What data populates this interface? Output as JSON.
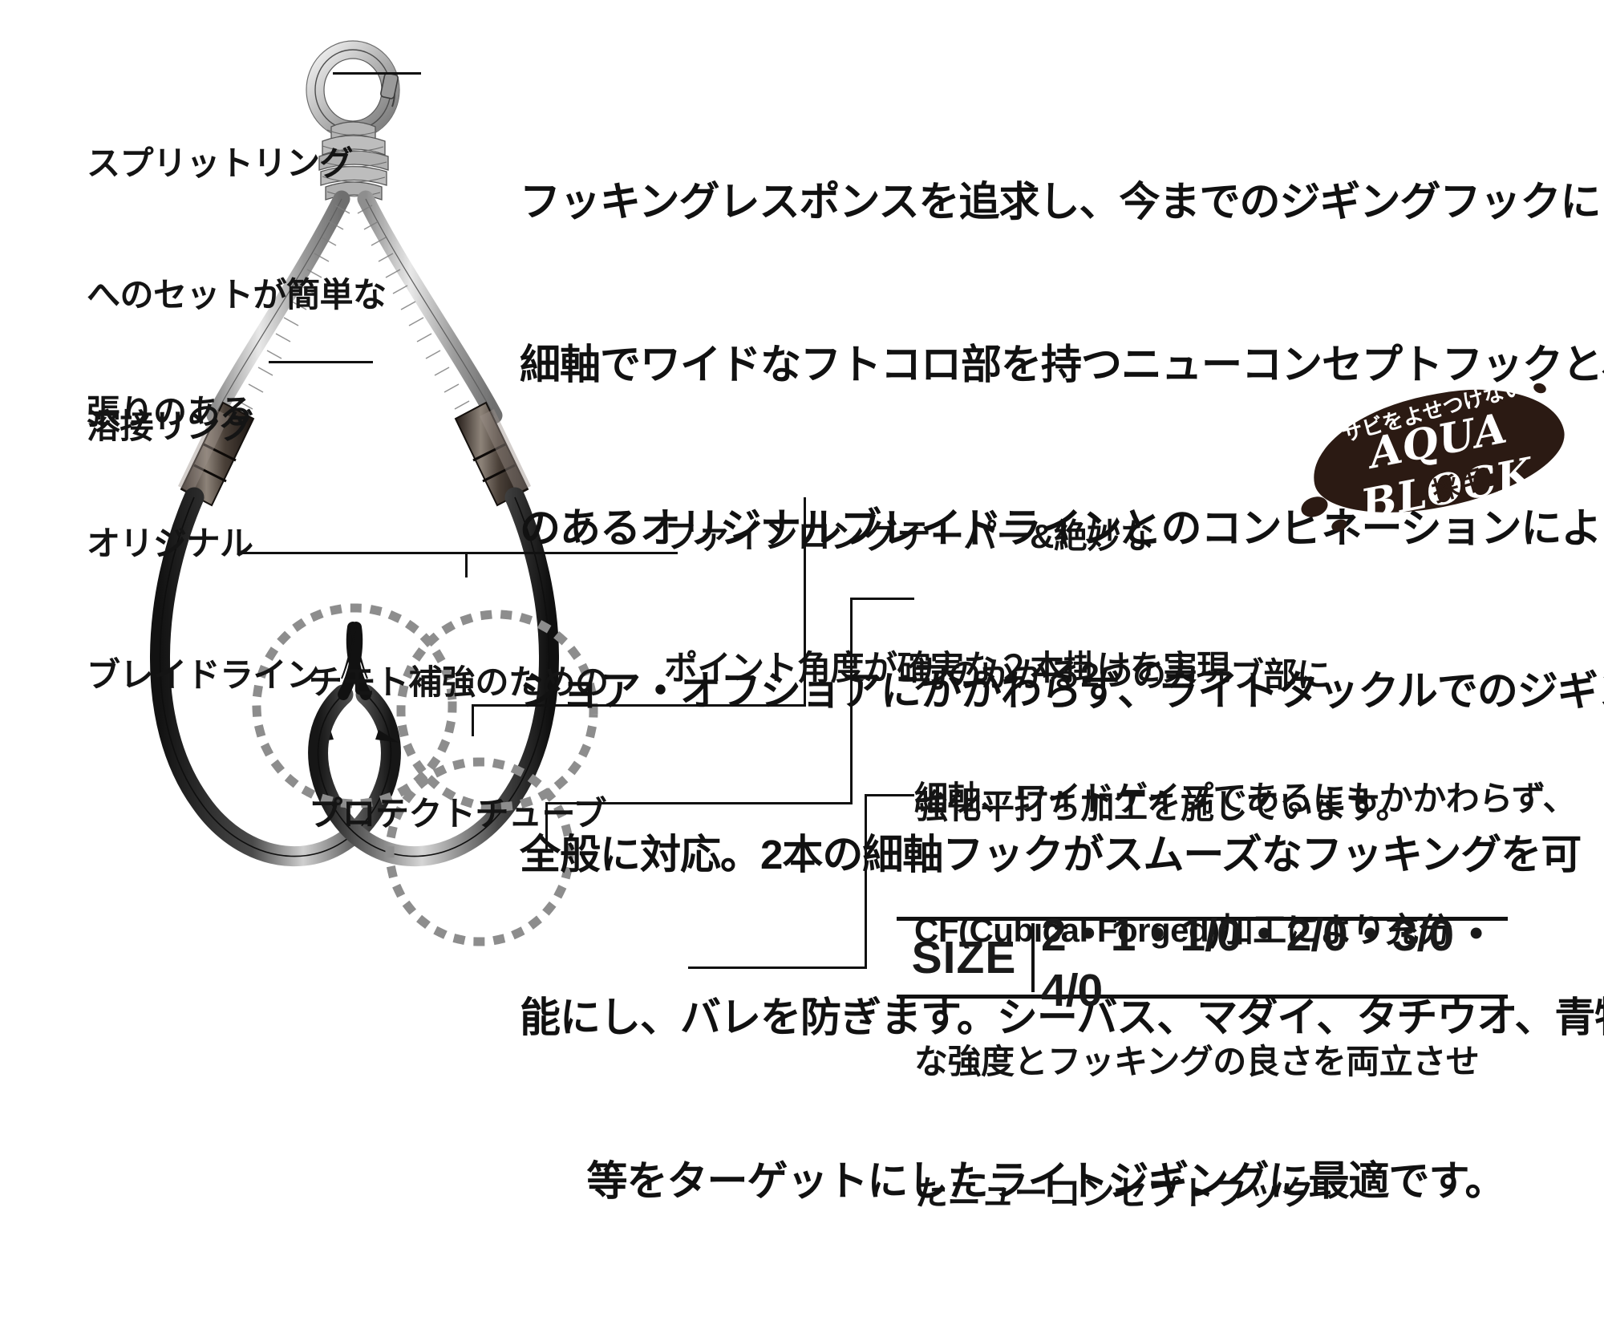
{
  "document": {
    "kind": "product-feature-diagram",
    "product_subject": "light jigging assist hook with braided line"
  },
  "body_paragraph": {
    "lines": [
      "フッキングレスポンスを追求し、今までのジギングフックにはない",
      "細軸でワイドなフトコロ部を持つニューコンセプトフックと、弾性",
      "のあるオリジナルブレイドラインとのコンビネーションにより、",
      "ショア・オフショアにかかわらず、ライトタックルでのジギング",
      "全般に対応。2本の細軸フックがスムーズなフッキングを可",
      "能にし、バレを防ぎます。シーバス、マダイ、タチウオ、青物",
      "等をターゲットにしたライトジギングに最適です。"
    ]
  },
  "callouts": {
    "split_ring": {
      "name": "split-ring-callout",
      "lines": [
        "スプリットリング",
        "へのセットが簡単な",
        "溶接リング"
      ]
    },
    "braid_line": {
      "name": "braid-line-callout",
      "lines": [
        "張りのある",
        "オリジナル",
        "ブレイドライン"
      ]
    },
    "protect_tube": {
      "name": "protect-tube-callout",
      "lines": [
        "チモト補強のための",
        "プロテクトチューブ"
      ]
    },
    "fine_long_taper": {
      "name": "fine-long-taper-callout",
      "lines": [
        "ファインロングテーパー&絶妙な",
        "ポイント角度が確実な２本掛けを実現"
      ]
    },
    "curve_reinforce": {
      "name": "curve-reinforcement-callout",
      "lines": [
        "力のかかる2つのカーブ部に",
        "強化平打ち加工を施しています。"
      ]
    },
    "cubical_forged": {
      "name": "cubical-forged-callout",
      "lines": [
        "細軸、ワイドゲイプであるにもかかわらず、",
        "CF(Cubical Forged)加工により充分",
        "な強度とフッキングの良さを両立させ",
        "たニューコンセプトフック"
      ]
    }
  },
  "badge": {
    "name": "aqua-block-badge",
    "top_text": "サビをよせつけない",
    "main_text": "AQUA BLOCK",
    "bottom_text": "採用!!",
    "background_color": "#2b1a13",
    "text_color": "#ffffff"
  },
  "size_table": {
    "label": "SIZE",
    "values": "2・1・1/0・2/0・3/0・4/0"
  },
  "colors": {
    "ink": "#111111",
    "badge": "#2b1a13",
    "metal_light": "#d9d9d9",
    "metal_dark": "#2a2a2a",
    "dotted_guide": "#8a8a8a"
  }
}
